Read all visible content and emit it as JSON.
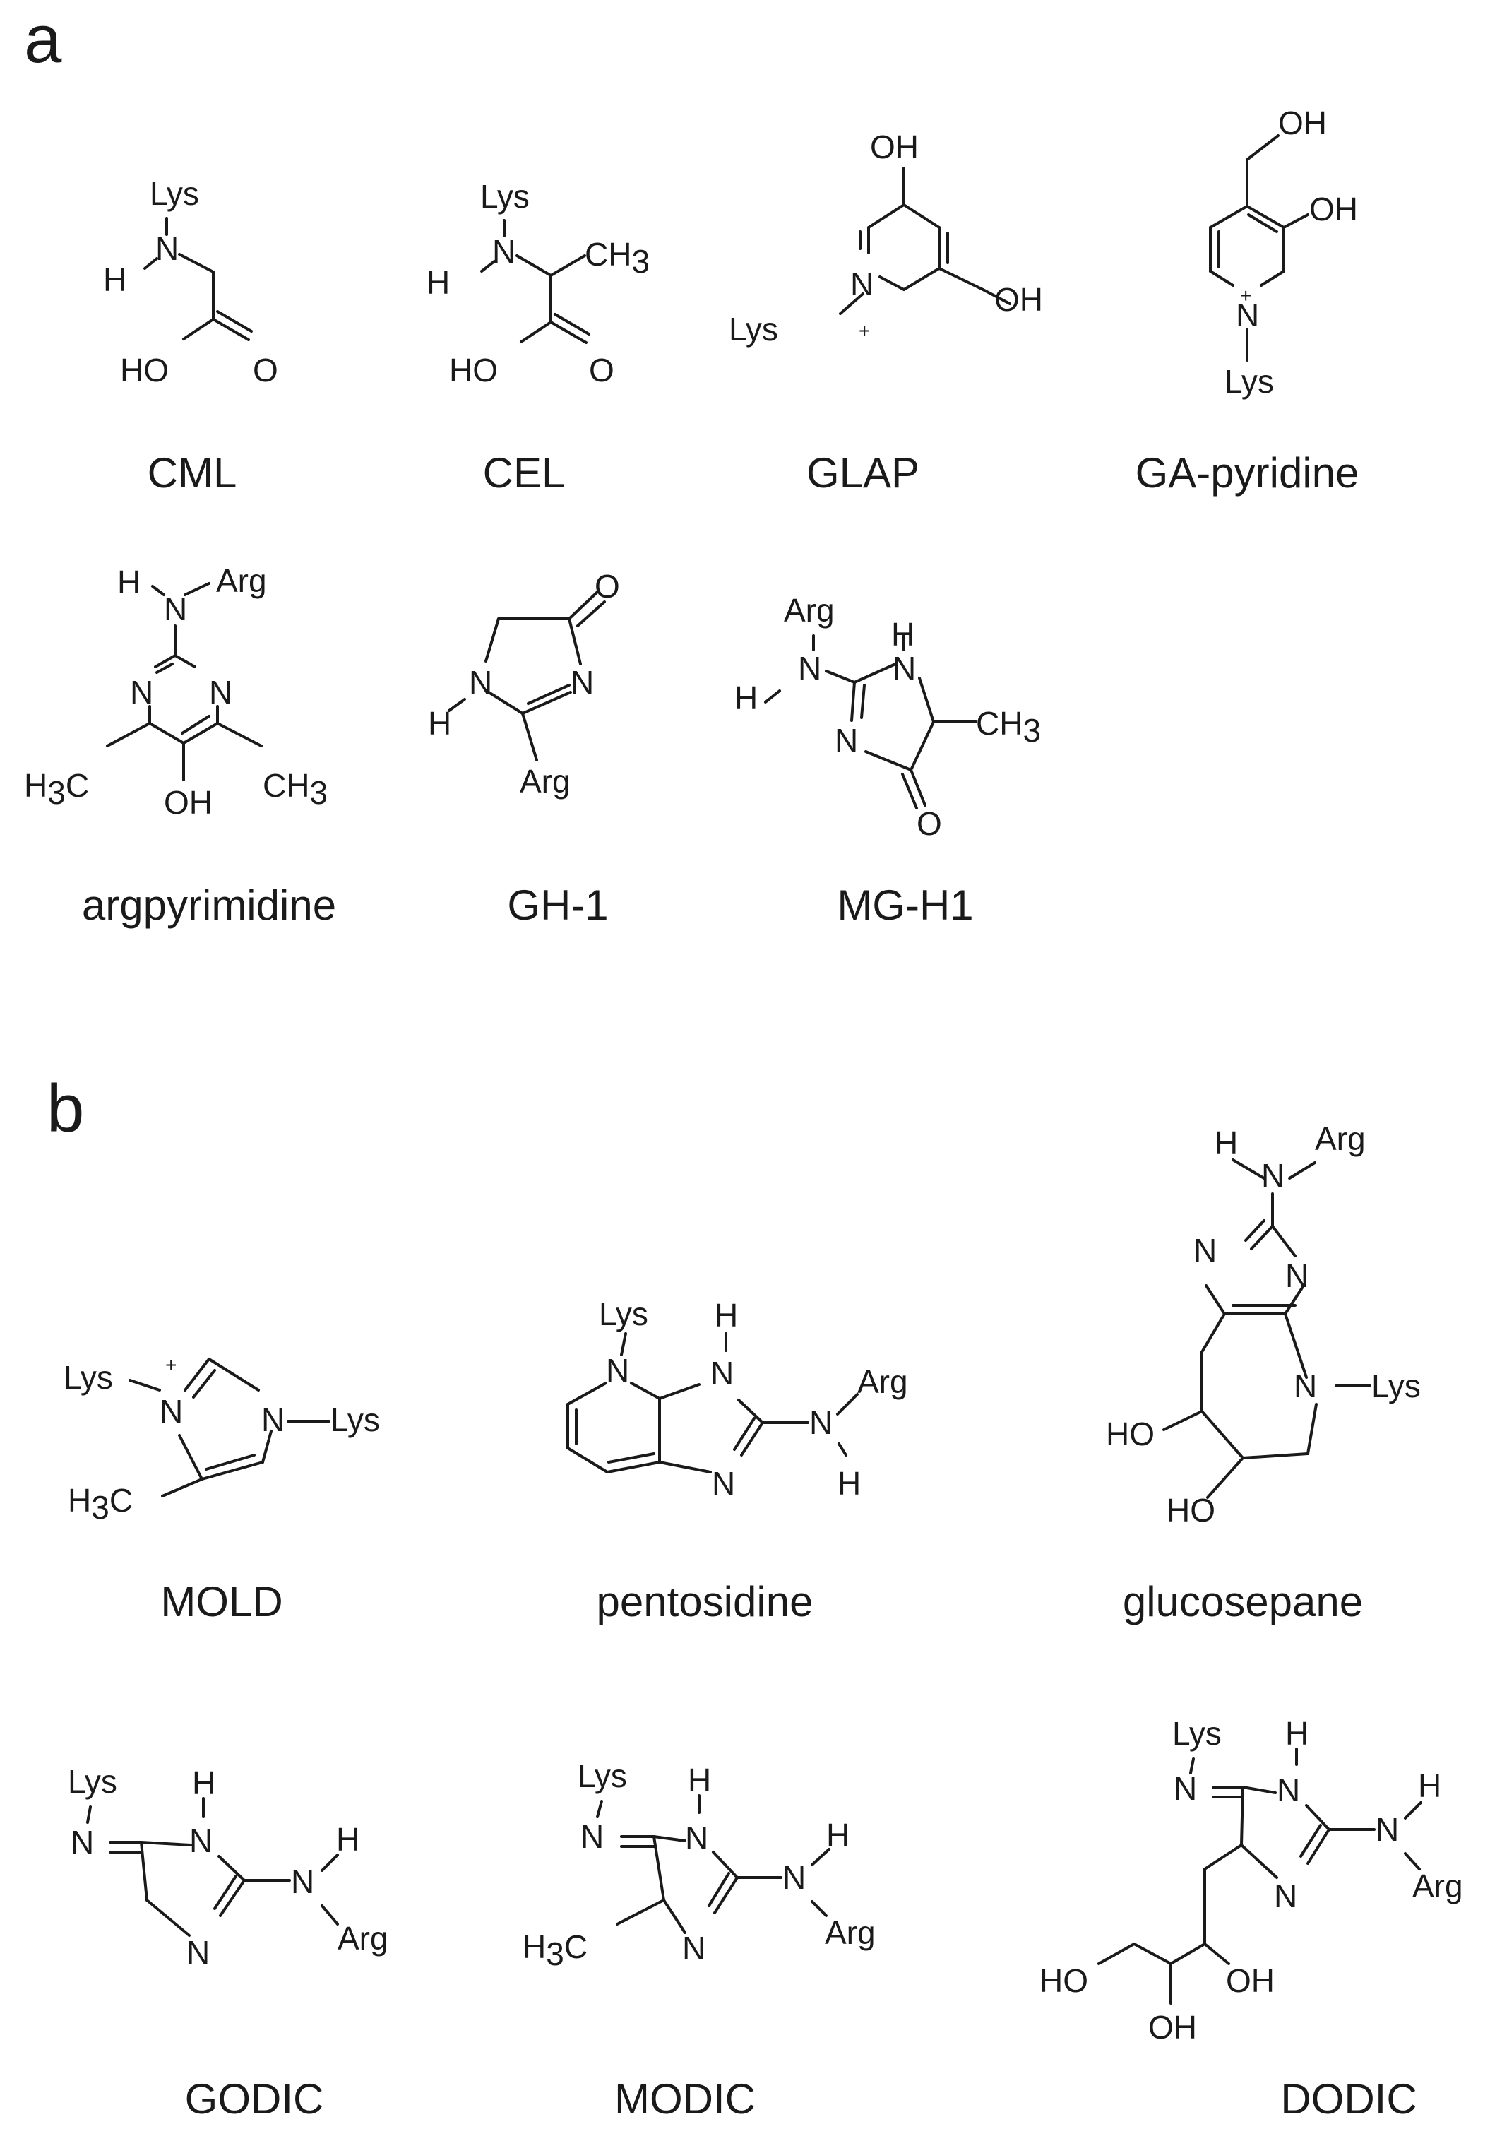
{
  "panels": {
    "a": {
      "letter": "a",
      "compounds": [
        {
          "name": "CML",
          "atoms": {
            "lys": "Lys",
            "n": "N",
            "h": "H",
            "ho": "HO",
            "o": "O"
          }
        },
        {
          "name": "CEL",
          "atoms": {
            "lys": "Lys",
            "n": "N",
            "h": "H",
            "ho": "HO",
            "o": "O",
            "ch3": "CH3"
          }
        },
        {
          "name": "GLAP",
          "atoms": {
            "oh1": "OH",
            "oh2": "OH",
            "n": "N",
            "lys": "Lys",
            "plus": "+"
          }
        },
        {
          "name": "GA-pyridine",
          "atoms": {
            "oh1": "OH",
            "oh2": "OH",
            "n": "N",
            "lys": "Lys",
            "plus": "+"
          }
        },
        {
          "name": "argpyrimidine",
          "atoms": {
            "h": "H",
            "n": "N",
            "arg": "Arg",
            "n1": "N",
            "n2": "N",
            "h3c": "H3C",
            "ch3": "CH3",
            "oh": "OH"
          }
        },
        {
          "name": "GH-1",
          "atoms": {
            "o": "O",
            "n1": "N",
            "n2": "N",
            "h": "H",
            "arg": "Arg"
          }
        },
        {
          "name": "MG-H1",
          "atoms": {
            "arg": "Arg",
            "h1": "H",
            "n1": "N",
            "h2": "H",
            "n2": "N",
            "n3": "N",
            "ch3": "CH3",
            "o": "O"
          }
        }
      ]
    },
    "b": {
      "letter": "b",
      "compounds": [
        {
          "name": "MOLD",
          "atoms": {
            "lys1": "Lys",
            "n1": "N",
            "plus": "+",
            "n2": "N",
            "lys2": "Lys",
            "h3c": "H3C"
          }
        },
        {
          "name": "pentosidine",
          "atoms": {
            "lys": "Lys",
            "n1": "N",
            "h1": "H",
            "n2": "N",
            "n3": "N",
            "arg": "Arg",
            "n4": "N",
            "h2": "H"
          }
        },
        {
          "name": "glucosepane",
          "atoms": {
            "h": "H",
            "n1": "N",
            "arg": "Arg",
            "n2": "N",
            "n3": "N",
            "n4": "N",
            "lys": "Lys",
            "ho1": "HO",
            "ho2": "HO"
          }
        },
        {
          "name": "GODIC",
          "atoms": {
            "lys": "Lys",
            "n1": "N",
            "h1": "H",
            "n2": "N",
            "h2": "H",
            "n3": "N",
            "n4": "N",
            "arg": "Arg"
          }
        },
        {
          "name": "MODIC",
          "atoms": {
            "lys": "Lys",
            "n1": "N",
            "h1": "H",
            "n2": "N",
            "h2": "H",
            "n3": "N",
            "n4": "N",
            "arg": "Arg",
            "h3c": "H3C"
          }
        },
        {
          "name": "DODIC",
          "atoms": {
            "lys": "Lys",
            "n1": "N",
            "h1": "H",
            "n2": "N",
            "h2": "H",
            "n3": "N",
            "n4": "N",
            "arg": "Arg",
            "ho": "HO",
            "oh1": "OH",
            "oh2": "OH"
          }
        }
      ]
    }
  }
}
